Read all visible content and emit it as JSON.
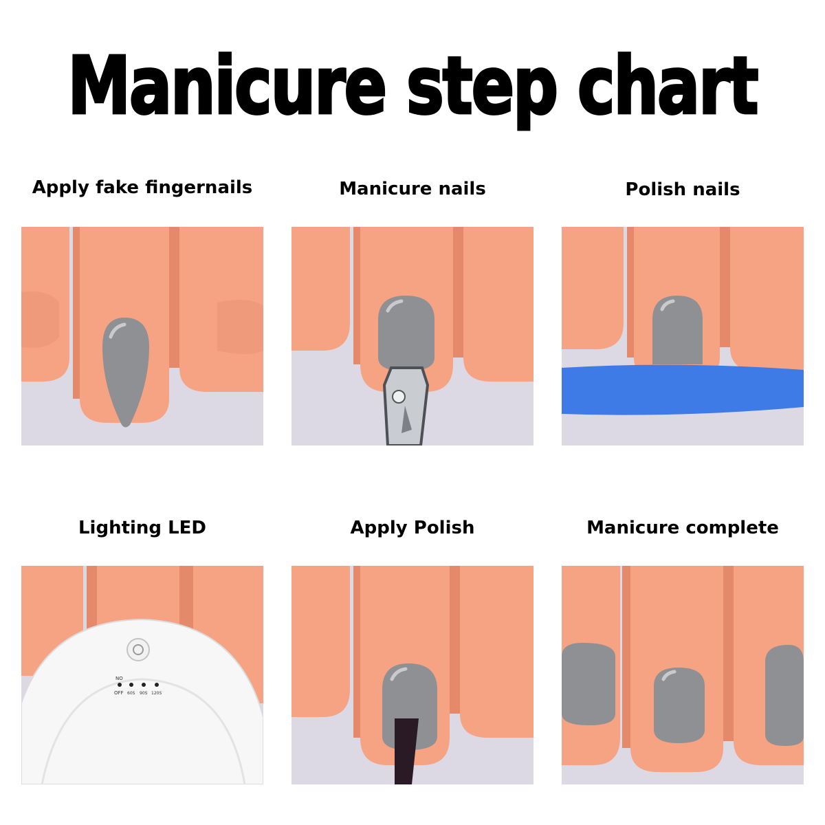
{
  "title": "Manicure step chart",
  "colors": {
    "skin": "#f5a382",
    "skin_shadow": "#e4896a",
    "background": "#ddd9e4",
    "nail_gray": "#8e9093",
    "file_blue": "#3f7be6",
    "lamp_white": "#f7f7f7"
  },
  "steps": [
    {
      "label": "Apply fake fingernails",
      "image": "fake-nail-tip-icon"
    },
    {
      "label": "Manicure nails",
      "image": "nail-clipper-icon"
    },
    {
      "label": "Polish nails",
      "image": "nail-file-icon"
    },
    {
      "label": "Lighting LED",
      "image": "led-lamp-icon"
    },
    {
      "label": "Apply Polish",
      "image": "polish-brush-icon"
    },
    {
      "label": "Manicure complete",
      "image": "finished-nails-icon"
    }
  ],
  "lamp": {
    "top_label": "NO",
    "timer_labels": [
      "OFF",
      "60S",
      "90S",
      "120S"
    ]
  }
}
